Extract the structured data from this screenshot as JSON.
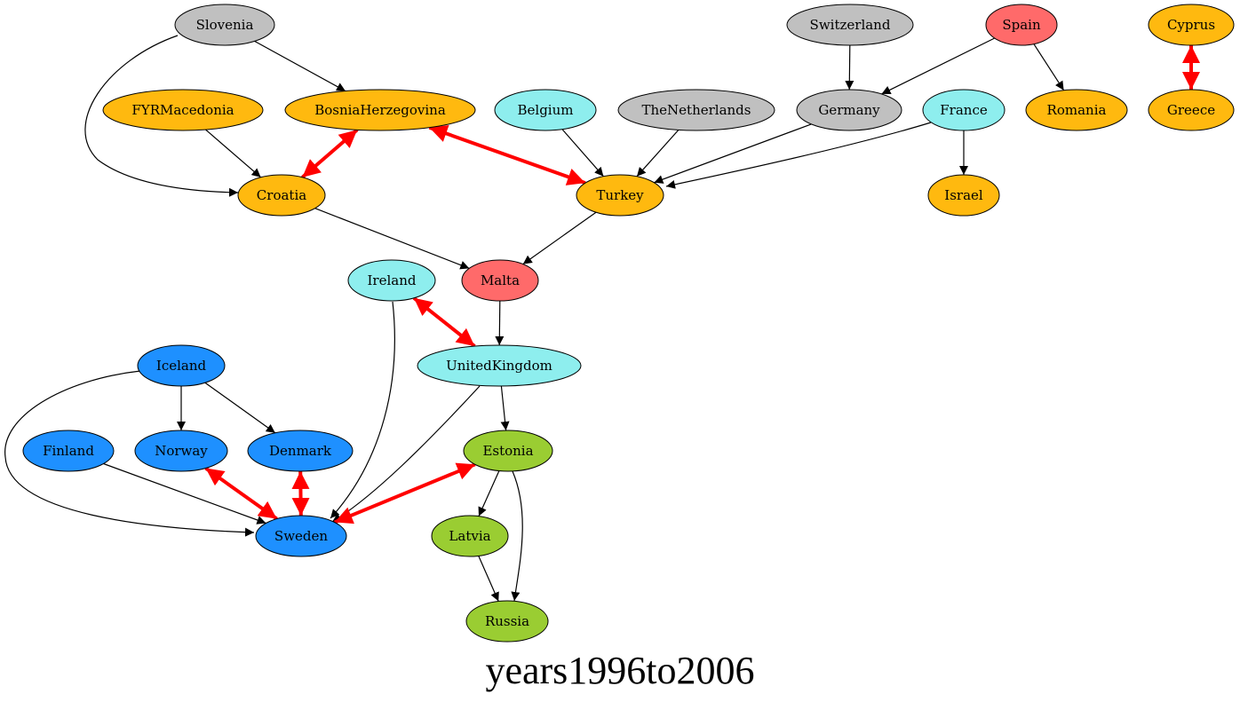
{
  "title": "years1996to2006",
  "colors": {
    "orange": "#ffb90f",
    "grey": "#c0c0c0",
    "red": "#ff6a6a",
    "cyan": "#8eeeee",
    "blue": "#1e90ff",
    "green": "#9acd32",
    "mutual_edge": "#ff0000",
    "edge": "#000000"
  },
  "nodes": [
    {
      "id": "slovenia",
      "label": "Slovenia",
      "color": "grey"
    },
    {
      "id": "switzerland",
      "label": "Switzerland",
      "color": "grey"
    },
    {
      "id": "spain",
      "label": "Spain",
      "color": "red"
    },
    {
      "id": "cyprus",
      "label": "Cyprus",
      "color": "orange"
    },
    {
      "id": "fyrmacedonia",
      "label": "FYRMacedonia",
      "color": "orange"
    },
    {
      "id": "bosniaherzegovina",
      "label": "BosniaHerzegovina",
      "color": "orange"
    },
    {
      "id": "belgium",
      "label": "Belgium",
      "color": "cyan"
    },
    {
      "id": "thenetherlands",
      "label": "TheNetherlands",
      "color": "grey"
    },
    {
      "id": "germany",
      "label": "Germany",
      "color": "grey"
    },
    {
      "id": "france",
      "label": "France",
      "color": "cyan"
    },
    {
      "id": "romania",
      "label": "Romania",
      "color": "orange"
    },
    {
      "id": "greece",
      "label": "Greece",
      "color": "orange"
    },
    {
      "id": "croatia",
      "label": "Croatia",
      "color": "orange"
    },
    {
      "id": "turkey",
      "label": "Turkey",
      "color": "orange"
    },
    {
      "id": "israel",
      "label": "Israel",
      "color": "orange"
    },
    {
      "id": "ireland",
      "label": "Ireland",
      "color": "cyan"
    },
    {
      "id": "malta",
      "label": "Malta",
      "color": "red"
    },
    {
      "id": "iceland",
      "label": "Iceland",
      "color": "blue"
    },
    {
      "id": "unitedkingdom",
      "label": "UnitedKingdom",
      "color": "cyan"
    },
    {
      "id": "finland",
      "label": "Finland",
      "color": "blue"
    },
    {
      "id": "norway",
      "label": "Norway",
      "color": "blue"
    },
    {
      "id": "denmark",
      "label": "Denmark",
      "color": "blue"
    },
    {
      "id": "estonia",
      "label": "Estonia",
      "color": "green"
    },
    {
      "id": "sweden",
      "label": "Sweden",
      "color": "blue"
    },
    {
      "id": "latvia",
      "label": "Latvia",
      "color": "green"
    },
    {
      "id": "russia",
      "label": "Russia",
      "color": "green"
    }
  ],
  "edges": [
    {
      "from": "slovenia",
      "to": "bosniaherzegovina",
      "mutual": false
    },
    {
      "from": "slovenia",
      "to": "croatia",
      "mutual": false
    },
    {
      "from": "switzerland",
      "to": "germany",
      "mutual": false
    },
    {
      "from": "spain",
      "to": "germany",
      "mutual": false
    },
    {
      "from": "spain",
      "to": "romania",
      "mutual": false
    },
    {
      "from": "cyprus",
      "to": "greece",
      "mutual": true
    },
    {
      "from": "fyrmacedonia",
      "to": "croatia",
      "mutual": false
    },
    {
      "from": "bosniaherzegovina",
      "to": "croatia",
      "mutual": true
    },
    {
      "from": "bosniaherzegovina",
      "to": "turkey",
      "mutual": true
    },
    {
      "from": "belgium",
      "to": "turkey",
      "mutual": false
    },
    {
      "from": "thenetherlands",
      "to": "turkey",
      "mutual": false
    },
    {
      "from": "germany",
      "to": "turkey",
      "mutual": false
    },
    {
      "from": "france",
      "to": "turkey",
      "mutual": false
    },
    {
      "from": "france",
      "to": "israel",
      "mutual": false
    },
    {
      "from": "croatia",
      "to": "malta",
      "mutual": false
    },
    {
      "from": "turkey",
      "to": "malta",
      "mutual": false
    },
    {
      "from": "malta",
      "to": "unitedkingdom",
      "mutual": false
    },
    {
      "from": "ireland",
      "to": "unitedkingdom",
      "mutual": true
    },
    {
      "from": "ireland",
      "to": "sweden",
      "mutual": false
    },
    {
      "from": "iceland",
      "to": "norway",
      "mutual": false
    },
    {
      "from": "iceland",
      "to": "denmark",
      "mutual": false
    },
    {
      "from": "iceland",
      "to": "sweden",
      "mutual": false
    },
    {
      "from": "unitedkingdom",
      "to": "estonia",
      "mutual": false
    },
    {
      "from": "unitedkingdom",
      "to": "sweden",
      "mutual": false
    },
    {
      "from": "finland",
      "to": "sweden",
      "mutual": false
    },
    {
      "from": "norway",
      "to": "sweden",
      "mutual": true
    },
    {
      "from": "denmark",
      "to": "sweden",
      "mutual": true
    },
    {
      "from": "estonia",
      "to": "sweden",
      "mutual": true
    },
    {
      "from": "estonia",
      "to": "latvia",
      "mutual": false
    },
    {
      "from": "estonia",
      "to": "russia",
      "mutual": false
    },
    {
      "from": "latvia",
      "to": "russia",
      "mutual": false
    }
  ]
}
